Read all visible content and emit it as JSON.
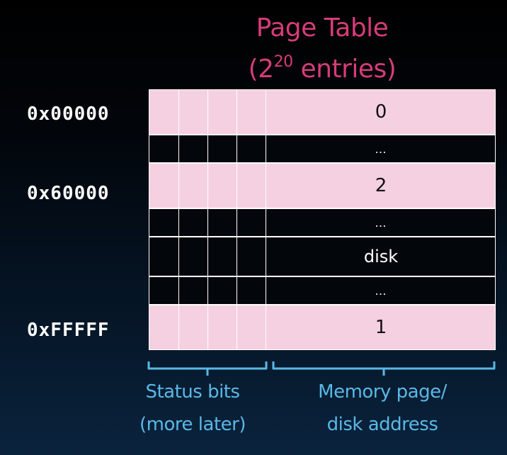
{
  "title": {
    "line1": "Page Table",
    "line2_prefix": "(2",
    "line2_exponent": "20",
    "line2_suffix": " entries)"
  },
  "addresses": [
    {
      "label": "0x00000"
    },
    {
      "label": "0x60000"
    },
    {
      "label": "0xFFFFF"
    }
  ],
  "rows": [
    {
      "value": "0",
      "style": "pink"
    },
    {
      "value": "…",
      "style": "dark"
    },
    {
      "value": "2",
      "style": "pink"
    },
    {
      "value": "…",
      "style": "dark"
    },
    {
      "value": "disk",
      "style": "dark"
    },
    {
      "value": "…",
      "style": "dark"
    },
    {
      "value": "1",
      "style": "pink"
    }
  ],
  "captions": {
    "status_bits": [
      "Status bits",
      "(more later)"
    ],
    "memory_page": [
      "Memory page/",
      "disk address"
    ]
  },
  "colors": {
    "title": "#d63c7a",
    "caption": "#5ab8e6",
    "pink_row": "#f5d0e0",
    "dark_row": "#03070c"
  }
}
